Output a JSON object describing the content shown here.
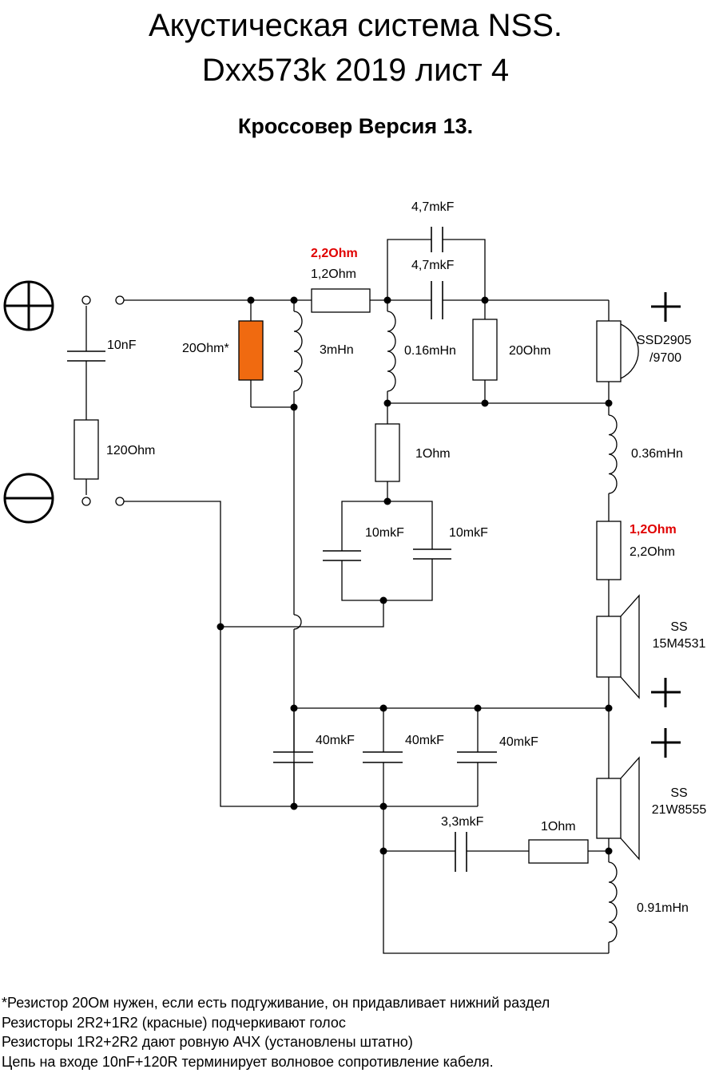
{
  "header": {
    "title_line1": "Акустическая система NSS.",
    "title_line2": "Dxx573k    2019 лист 4",
    "subtitle": "Кроссовер Версия 13."
  },
  "schematic": {
    "input": {
      "plus_symbol": "⊕",
      "minus_symbol": "⊖",
      "cap": "10nF",
      "res": "120Ohm"
    },
    "resistors": {
      "r_shunt_star": "20Ohm*",
      "r_series_alt": "2,2Ohm",
      "r_series": "1,2Ohm",
      "r_tw_shunt": "20Ohm",
      "r_notch": "1Ohm",
      "r_mid_alt": "1,2Ohm",
      "r_mid": "2,2Ohm",
      "r_zobel": "1Ohm"
    },
    "inductors": {
      "l1": "3mHn",
      "l2": "0.16mHn",
      "l3": "0.36mHn",
      "l4": "0.91mHn"
    },
    "capacitors": {
      "c_top": "4,7mkF",
      "c_bottom": "4,7mkF",
      "c_notch1": "10mkF",
      "c_notch2": "10mkF",
      "c_bank1": "40mkF",
      "c_bank2": "40mkF",
      "c_bank3": "40mkF",
      "c_zobel": "3,3mkF"
    },
    "drivers": {
      "tweeter_line1": "SSD2905",
      "tweeter_line2": "/9700",
      "mid_line1": "SS",
      "mid_line2": "15M4531",
      "woofer_line1": "SS",
      "woofer_line2": "21W8555"
    },
    "polarity": {
      "tweeter": "+",
      "mid": "+",
      "woofer": "+"
    },
    "colors": {
      "highlight_resistor": "#f06a10",
      "alt_value_text": "#e00000"
    }
  },
  "notes": [
    "*Резистор 20Ом нужен, если есть подгуживание, он придавливает нижний раздел",
    "Резисторы 2R2+1R2 (красные) подчеркивают голос",
    "Резисторы 1R2+2R2 дают ровную АЧХ (установлены штатно)",
    "Цепь на входе 10nF+120R терминирует волновое сопротивление кабеля."
  ]
}
